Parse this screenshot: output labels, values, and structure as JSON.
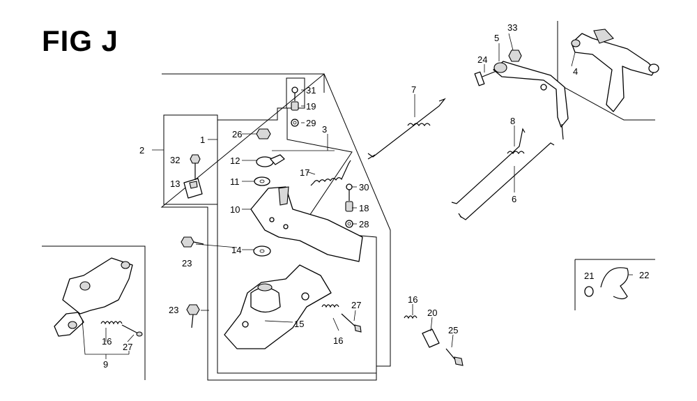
{
  "figure": {
    "title": "FIG J"
  },
  "callouts": [
    {
      "id": "c1",
      "text": "1"
    },
    {
      "id": "c2",
      "text": "2"
    },
    {
      "id": "c3",
      "text": "3"
    },
    {
      "id": "c4",
      "text": "4"
    },
    {
      "id": "c5",
      "text": "5"
    },
    {
      "id": "c6",
      "text": "6"
    },
    {
      "id": "c7",
      "text": "7"
    },
    {
      "id": "c8",
      "text": "8"
    },
    {
      "id": "c9",
      "text": "9"
    },
    {
      "id": "c10",
      "text": "10"
    },
    {
      "id": "c11",
      "text": "11"
    },
    {
      "id": "c12",
      "text": "12"
    },
    {
      "id": "c13",
      "text": "13"
    },
    {
      "id": "c14",
      "text": "14"
    },
    {
      "id": "c15",
      "text": "15"
    },
    {
      "id": "c16a",
      "text": "16"
    },
    {
      "id": "c16b",
      "text": "16"
    },
    {
      "id": "c16c",
      "text": "16"
    },
    {
      "id": "c17",
      "text": "17"
    },
    {
      "id": "c18",
      "text": "18"
    },
    {
      "id": "c19",
      "text": "19"
    },
    {
      "id": "c20",
      "text": "20"
    },
    {
      "id": "c21",
      "text": "21"
    },
    {
      "id": "c22",
      "text": "22"
    },
    {
      "id": "c23a",
      "text": "23"
    },
    {
      "id": "c23b",
      "text": "23"
    },
    {
      "id": "c24",
      "text": "24"
    },
    {
      "id": "c25",
      "text": "25"
    },
    {
      "id": "c26",
      "text": "26"
    },
    {
      "id": "c27a",
      "text": "27"
    },
    {
      "id": "c27b",
      "text": "27"
    },
    {
      "id": "c28",
      "text": "28"
    },
    {
      "id": "c29",
      "text": "29"
    },
    {
      "id": "c30",
      "text": "30"
    },
    {
      "id": "c31",
      "text": "31"
    },
    {
      "id": "c32",
      "text": "32"
    },
    {
      "id": "c33",
      "text": "33"
    }
  ]
}
